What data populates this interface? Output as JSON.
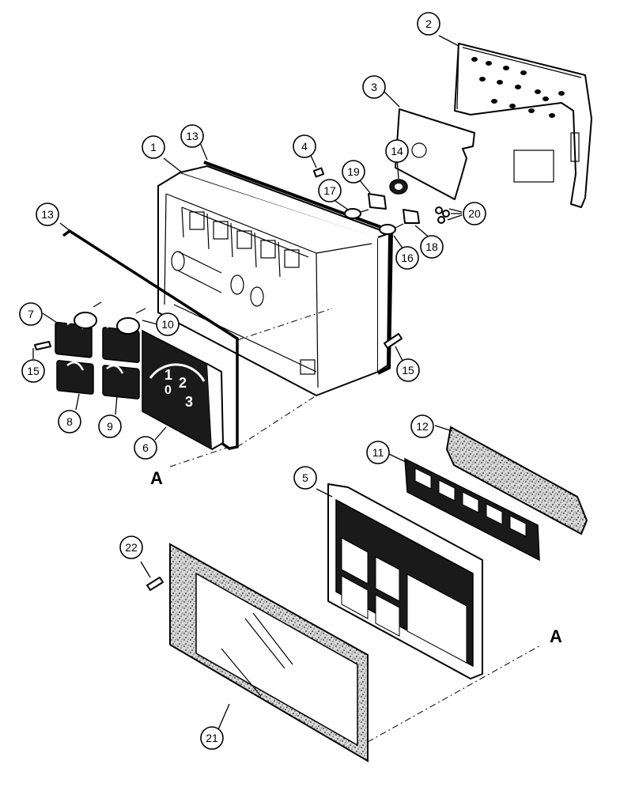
{
  "callouts": [
    {
      "id": "c1",
      "label": "1"
    },
    {
      "id": "c2",
      "label": "2"
    },
    {
      "id": "c3",
      "label": "3"
    },
    {
      "id": "c4",
      "label": "4"
    },
    {
      "id": "c5",
      "label": "5"
    },
    {
      "id": "c6",
      "label": "6"
    },
    {
      "id": "c7",
      "label": "7"
    },
    {
      "id": "c8",
      "label": "8"
    },
    {
      "id": "c9",
      "label": "9"
    },
    {
      "id": "c10",
      "label": "10"
    },
    {
      "id": "c11",
      "label": "11"
    },
    {
      "id": "c12",
      "label": "12"
    },
    {
      "id": "c13a",
      "label": "13"
    },
    {
      "id": "c13b",
      "label": "13"
    },
    {
      "id": "c14",
      "label": "14"
    },
    {
      "id": "c15a",
      "label": "15"
    },
    {
      "id": "c15b",
      "label": "15"
    },
    {
      "id": "c16",
      "label": "16"
    },
    {
      "id": "c17",
      "label": "17"
    },
    {
      "id": "c18",
      "label": "18"
    },
    {
      "id": "c19",
      "label": "19"
    },
    {
      "id": "c20",
      "label": "20"
    },
    {
      "id": "c21",
      "label": "21"
    },
    {
      "id": "c22",
      "label": "22"
    }
  ],
  "reference_markers": {
    "left": "A",
    "right": "A"
  },
  "tachometer_dial": [
    "1",
    "2",
    "3",
    "0"
  ]
}
